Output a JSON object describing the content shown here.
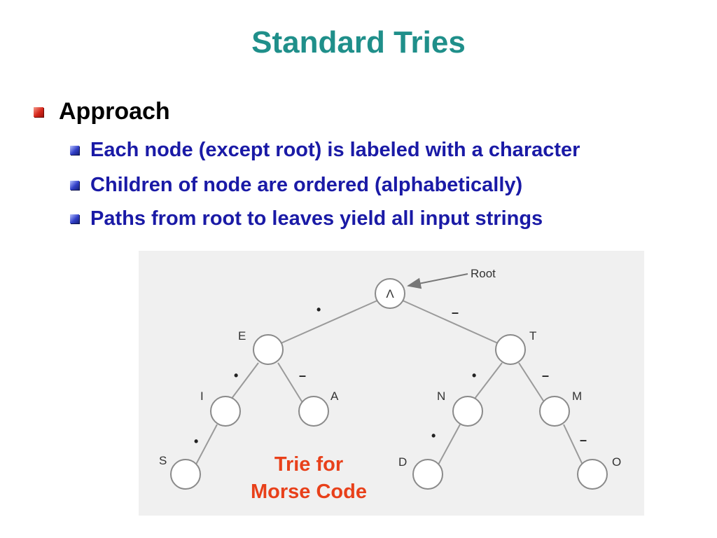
{
  "slide": {
    "title": "Standard Tries",
    "heading": "Approach",
    "bullets": [
      "Each node (except root) is labeled with a character",
      "Children of node are ordered (alphabetically)",
      "Paths from root to leaves yield all input strings"
    ]
  },
  "diagram": {
    "root_symbol": "Λ",
    "root_callout": "Root",
    "dot": "•",
    "dash": "–",
    "nodes": {
      "E": "E",
      "T": "T",
      "I": "I",
      "A": "A",
      "N": "N",
      "M": "M",
      "S": "S",
      "D": "D",
      "O": "O"
    },
    "caption_line1": "Trie for",
    "caption_line2": "Morse Code"
  },
  "colors": {
    "title": "#1f8f8a",
    "sub_bullets": "#1a1aa6",
    "caption": "#e8401a",
    "panel_bg": "#f0f0f0"
  }
}
